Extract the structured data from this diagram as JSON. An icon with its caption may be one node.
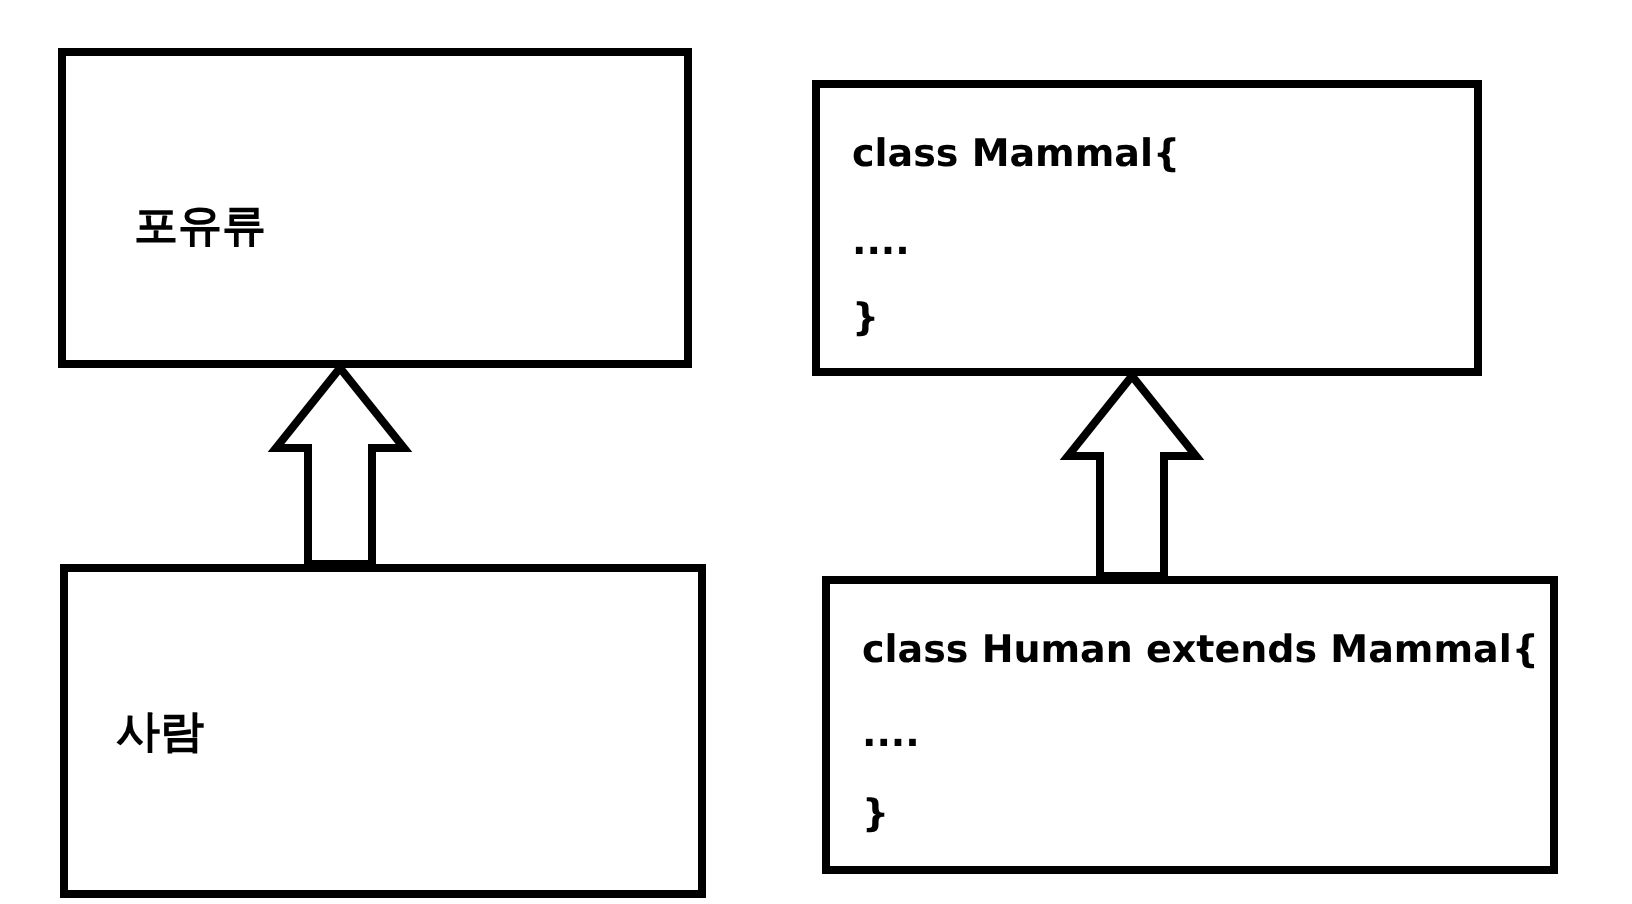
{
  "diagram": {
    "nodes": [
      {
        "text": [
          "포유류"
        ]
      },
      {
        "text": [
          "사람"
        ]
      },
      {
        "text": [
          "class Mammal{",
          "....",
          "}"
        ]
      },
      {
        "text": [
          "class  Human extends Mammal{",
          "....",
          "}"
        ]
      }
    ],
    "edges": [
      {
        "from": 1,
        "to": 0,
        "arrow": "to"
      },
      {
        "from": 3,
        "to": 2,
        "arrow": "to"
      }
    ]
  }
}
